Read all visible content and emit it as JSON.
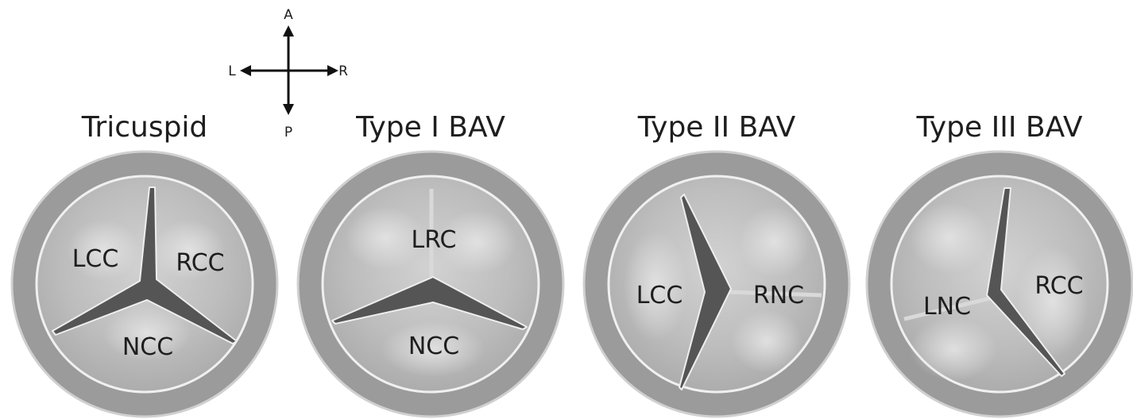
{
  "compass": {
    "anterior": "A",
    "posterior": "P",
    "left": "L",
    "right": "R"
  },
  "valves": [
    {
      "title": "Tricuspid",
      "cusps": [
        "LCC",
        "RCC",
        "NCC"
      ]
    },
    {
      "title": "Type I BAV",
      "cusps": [
        "LRC",
        "NCC"
      ]
    },
    {
      "title": "Type II BAV",
      "cusps": [
        "LCC",
        "RNC"
      ]
    },
    {
      "title": "Type III BAV",
      "cusps": [
        "LNC",
        "RCC"
      ]
    }
  ]
}
